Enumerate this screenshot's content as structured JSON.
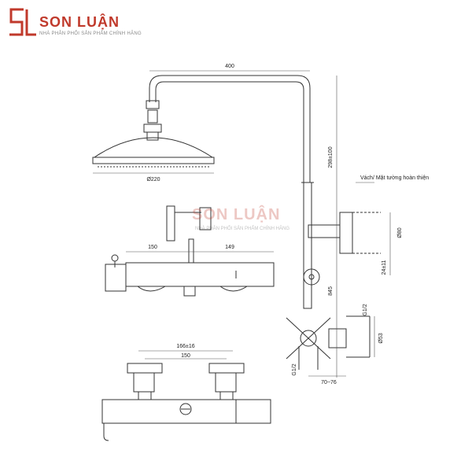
{
  "brand": {
    "name": "SON LUẬN",
    "tagline": "NHÀ PHÂN PHỐI SẢN PHẨM CHÍNH HÃNG",
    "accent_color": "#c0392b"
  },
  "watermark": {
    "name": "SON LUẬN",
    "tagline": "NHÀ PHÂN PHỐI SẢN PHẨM CHÍNH HÃNG"
  },
  "dimensions": {
    "arm_length": "400",
    "head_diameter": "Ø220",
    "riser_adjust": "298±100",
    "wall_note": "Vách/ Mặt tường hoàn thiện",
    "flange_diameter": "Ø80",
    "flange_offset": "24±11",
    "height_total": "845",
    "thread_upper": "G1/2",
    "inlet_diameter": "Ø53",
    "thread_lower": "G1/2",
    "wall_projection": "70~76",
    "body_left": "150",
    "body_right": "149",
    "center_adjust": "166±16",
    "center_fixed": "150"
  }
}
